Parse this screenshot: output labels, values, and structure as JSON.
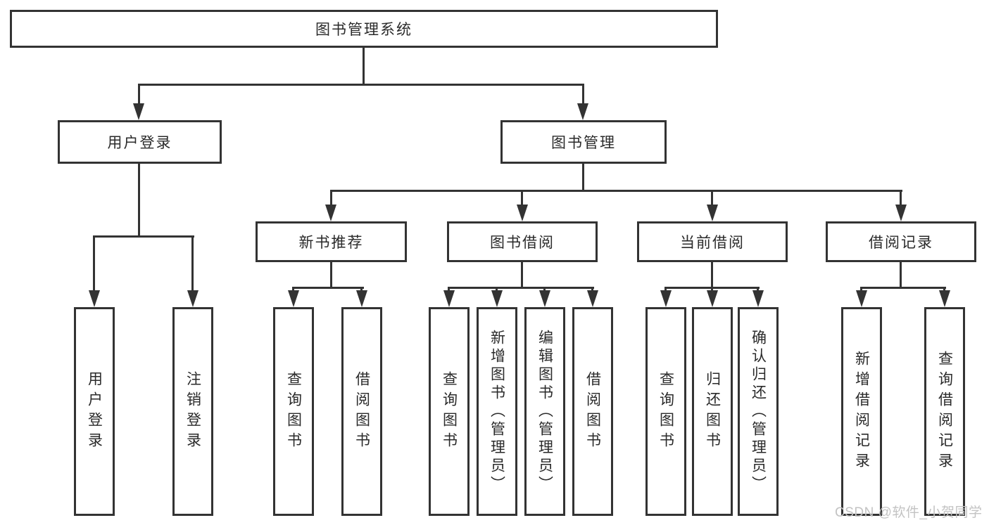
{
  "diagram": {
    "root": {
      "label": "图书管理系统"
    },
    "level2": [
      {
        "label": "用户登录"
      },
      {
        "label": "图书管理"
      }
    ],
    "level3": [
      {
        "label": "新书推荐"
      },
      {
        "label": "图书借阅"
      },
      {
        "label": "当前借阅"
      },
      {
        "label": "借阅记录"
      }
    ],
    "level4": {
      "user_login": [
        {
          "label": "用户登录"
        },
        {
          "label": "注销登录"
        }
      ],
      "new_book_recommend": [
        {
          "label": "查询图书"
        },
        {
          "label": "借阅图书"
        }
      ],
      "book_borrowing": [
        {
          "label": "查询图书"
        },
        {
          "label": "新增图书（管理员）"
        },
        {
          "label": "编辑图书（管理员）"
        },
        {
          "label": "借阅图书"
        }
      ],
      "current_borrowing": [
        {
          "label": "查询图书"
        },
        {
          "label": "归还图书"
        },
        {
          "label": "确认归还（管理员）"
        }
      ],
      "borrowing_records": [
        {
          "label": "新增借阅记录"
        },
        {
          "label": "查询借阅记录"
        }
      ]
    },
    "watermark": "CSDN @软件_小贺同学",
    "colors": {
      "line": "#333333",
      "background": "#ffffff",
      "watermark": "#c3c3c3"
    }
  }
}
